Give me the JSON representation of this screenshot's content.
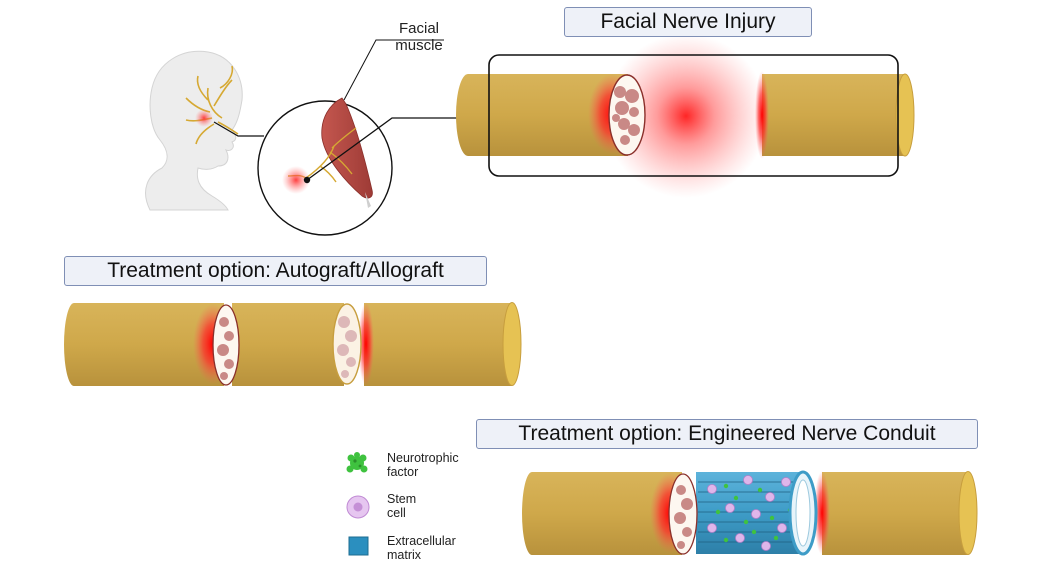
{
  "titles": {
    "injury": "Facial Nerve Injury",
    "autograft": "Treatment option: Autograft/Allograft",
    "conduit": "Treatment option: Engineered Nerve Conduit"
  },
  "labels": {
    "facial_muscle_line1": "Facial",
    "facial_muscle_line2": "muscle"
  },
  "legend": [
    {
      "line1": "Neurotrophic",
      "line2": "factor",
      "icon": "neurotrophic-factor-icon",
      "color": "#3fc23f"
    },
    {
      "line1": "Stem",
      "line2": "cell",
      "icon": "stem-cell-icon",
      "color": "#d9a8e6"
    },
    {
      "line1": "Extracellular",
      "line2": "matrix",
      "icon": "extracellular-matrix-icon",
      "color": "#2b8fbf"
    }
  ],
  "colors": {
    "nerve": "#d1aa4c",
    "nerve_end": "#e6c253",
    "injury_glow": "#ff1a1a",
    "fascicle": "#c98986",
    "conduit": "#3e9cc7",
    "muscle": "#b24a44"
  }
}
